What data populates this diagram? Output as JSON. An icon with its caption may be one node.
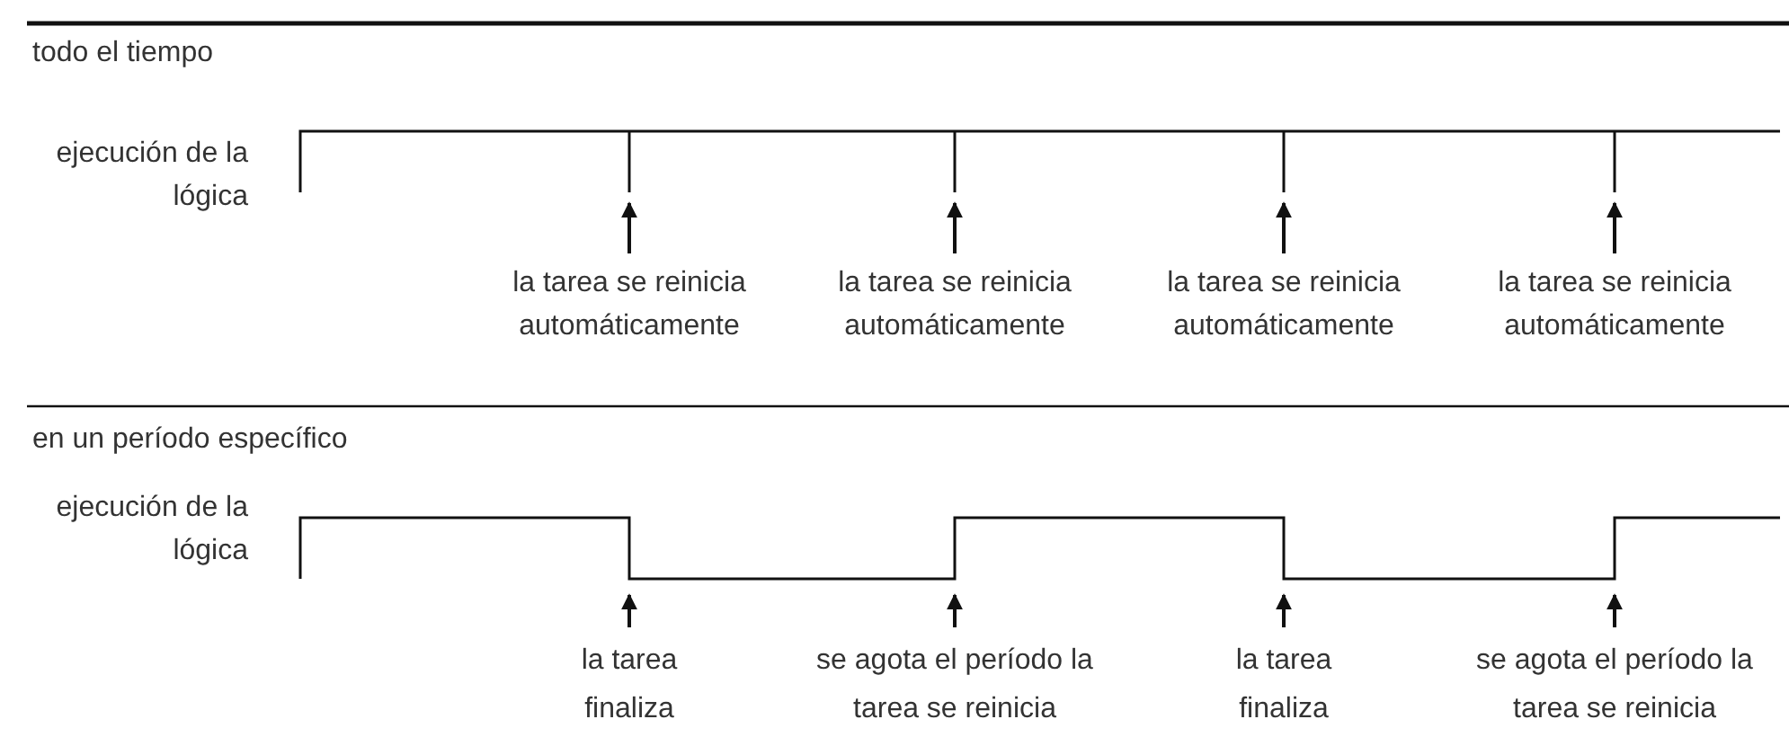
{
  "diagram": {
    "nodes": [
      {
        "text": [
          "la tarea se reinicia automáticamente"
        ]
      },
      {
        "text": [
          "la tarea se reinicia automáticamente"
        ]
      },
      {
        "text": [
          "la tarea se reinicia automáticamente"
        ]
      },
      {
        "text": [
          "la tarea se reinicia automáticamente"
        ]
      },
      {
        "text": [
          "la tarea finaliza"
        ]
      },
      {
        "text": [
          "se agota el período la tarea se reinicia"
        ]
      },
      {
        "text": [
          "la tarea finaliza"
        ]
      },
      {
        "text": [
          "se agota el período la tarea se reinicia"
        ]
      }
    ],
    "edges": [
      {
        "from": 0,
        "to": null,
        "arrow": "to"
      },
      {
        "from": 1,
        "to": null,
        "arrow": "to"
      },
      {
        "from": 2,
        "to": null,
        "arrow": "to"
      },
      {
        "from": 3,
        "to": null,
        "arrow": "to"
      },
      {
        "from": 4,
        "to": null,
        "arrow": "to"
      },
      {
        "from": 5,
        "to": null,
        "arrow": "to"
      },
      {
        "from": 6,
        "to": null,
        "arrow": "to"
      },
      {
        "from": 7,
        "to": null,
        "arrow": "to"
      }
    ],
    "labels": [
      "todo el tiempo",
      "ejecución de la lógica",
      "en un período específico",
      "ejecución de la lógica"
    ]
  }
}
